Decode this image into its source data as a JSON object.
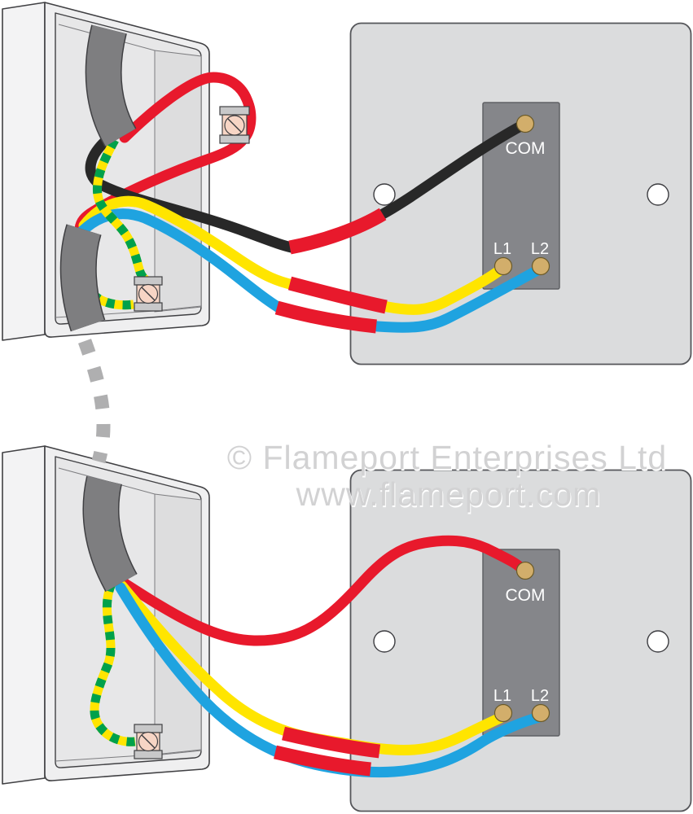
{
  "watermark": {
    "line1": "© Flameport Enterprises Ltd",
    "line2": "www.flameport.com"
  },
  "switch1": {
    "com": "COM",
    "l1": "L1",
    "l2": "L2"
  },
  "switch2": {
    "com": "COM",
    "l1": "L1",
    "l2": "L2"
  },
  "colors": {
    "red": "#E8192C",
    "yellow": "#FFE500",
    "blue": "#1FA3E0",
    "green": "#00A14B",
    "black_wire": "#282828",
    "sheath_grey": "#7E7E80",
    "plate_grey": "#DBDCDD",
    "mech_grey": "#85868A",
    "terminal_gold": "#D2AE6B",
    "connector_pink": "#F7D5C5",
    "connector_cap": "#C8C8C9",
    "outline": "#404043",
    "watermark_grey": "#D2D2D3",
    "dash_grey": "#AFAFB0",
    "box_face": "#EFEFF0",
    "box_side": "#F3F3F4",
    "cavity": "#E7E7E8",
    "cavity_wall": "#DDDDDE",
    "screw_white": "#FFFFFF"
  }
}
